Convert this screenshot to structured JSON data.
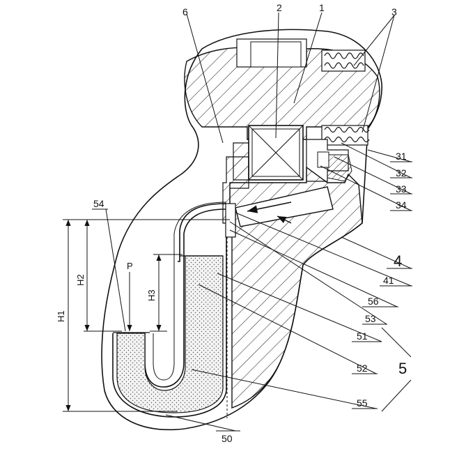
{
  "figure": {
    "labels": {
      "l1": "1",
      "l2": "2",
      "l3": "3",
      "l6": "6",
      "l31": "31",
      "l32": "32",
      "l33": "33",
      "l34": "34",
      "l4": "4",
      "l41": "41",
      "l56": "56",
      "l53": "53",
      "l51": "51",
      "l52": "52",
      "l5": "5",
      "l55": "55",
      "l50": "50",
      "l54": "54"
    },
    "dimensions": {
      "h1": "H1",
      "h2": "H2",
      "h3": "H3",
      "p": "P"
    }
  }
}
